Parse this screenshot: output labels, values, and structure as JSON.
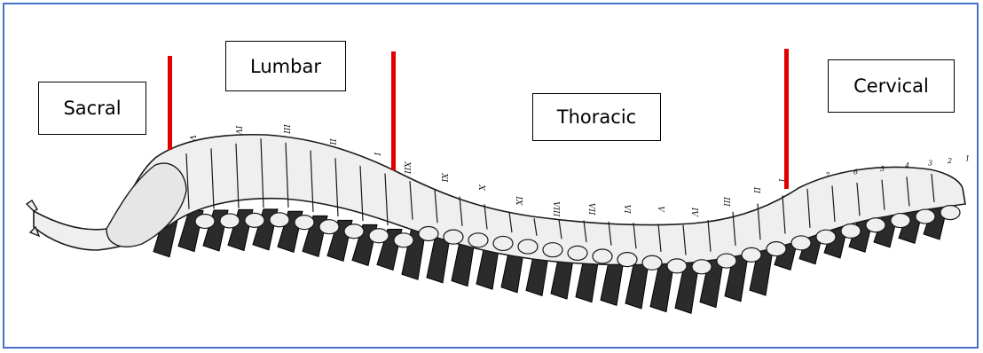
{
  "regions": [
    {
      "id": "sacral",
      "label": "Sacral"
    },
    {
      "id": "lumbar",
      "label": "Lumbar"
    },
    {
      "id": "thoracic",
      "label": "Thoracic"
    },
    {
      "id": "cervical",
      "label": "Cervical"
    }
  ],
  "colors": {
    "frame": "#4472c4",
    "divider": "#e00000",
    "bone_fill": "#efefef",
    "bone_stroke": "#1a1a1a",
    "spinous_fill": "#2b2b2b"
  },
  "lumbar_numerals": [
    "V",
    "IV",
    "III",
    "II",
    "I"
  ],
  "thoracic_numerals": [
    "XII",
    "XI",
    "X",
    "IX",
    "VIII",
    "VII",
    "VI",
    "V",
    "IV",
    "III",
    "II",
    "I"
  ],
  "cervical_numerals": [
    "7",
    "6",
    "5",
    "4",
    "3",
    "2",
    "1"
  ]
}
